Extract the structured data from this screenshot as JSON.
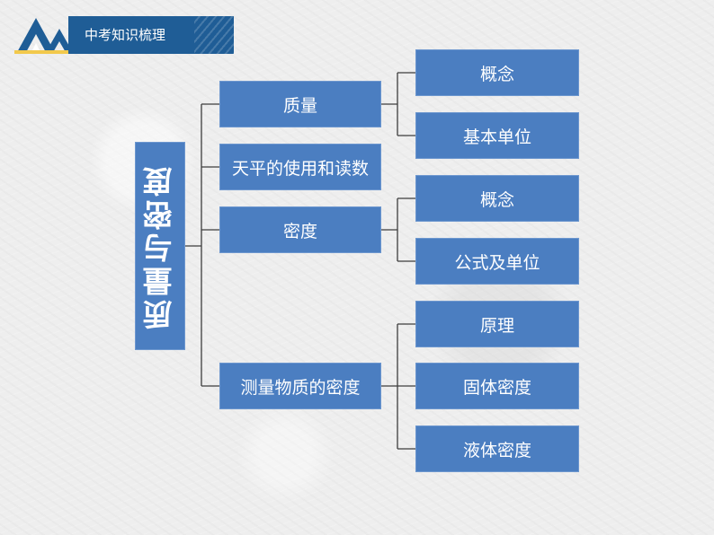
{
  "header": {
    "title": "中考知识梳理",
    "logo_icon": "mountain-logo-icon"
  },
  "root": {
    "label": "质量与密度"
  },
  "branches": [
    {
      "label": "质量",
      "children": [
        "概念",
        "基本单位"
      ]
    },
    {
      "label": "天平的使用和读数",
      "children": []
    },
    {
      "label": "密度",
      "children": [
        "概念",
        "公式及单位"
      ]
    },
    {
      "label": "测量物质的密度",
      "children": [
        "原理",
        "固体密度",
        "液体密度"
      ]
    }
  ],
  "colors": {
    "box": "#4b7ec1",
    "header": "#1f5d96",
    "line": "#3d3d3d"
  }
}
